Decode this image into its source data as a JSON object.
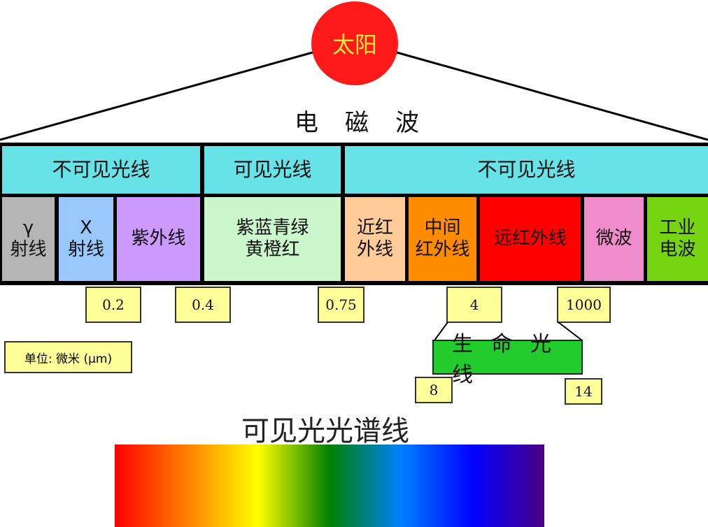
{
  "sun": {
    "label": "太阳"
  },
  "em_title": "电磁波",
  "headers": [
    {
      "id": "left",
      "label": "不可见光线"
    },
    {
      "id": "middle",
      "label": "可见光线"
    },
    {
      "id": "right",
      "label": "不可见光线"
    }
  ],
  "bands": [
    {
      "id": "gamma",
      "lines": [
        "γ",
        "射线"
      ],
      "color": "#b5b5b5"
    },
    {
      "id": "xray",
      "lines": [
        "X",
        "射线"
      ],
      "color": "#98c8ff"
    },
    {
      "id": "uv",
      "lines": [
        "紫外线"
      ],
      "color": "#cc99ff"
    },
    {
      "id": "visible",
      "lines": [
        "紫蓝青绿",
        "黄橙红"
      ],
      "color": "#ccf7cc"
    },
    {
      "id": "near-ir",
      "lines": [
        "近红",
        "外线"
      ],
      "color": "#ffcc99"
    },
    {
      "id": "mid-ir",
      "lines": [
        "中间",
        "红外线"
      ],
      "color": "#ff8c00"
    },
    {
      "id": "far-ir",
      "lines": [
        "远红外线"
      ],
      "color": "#ff0000"
    },
    {
      "id": "microwave",
      "lines": [
        "微波"
      ],
      "color": "#f08ccc"
    },
    {
      "id": "industrial",
      "lines": [
        "工业",
        "电波"
      ],
      "color": "#77d411"
    }
  ],
  "boundaries": [
    "0.2",
    "0.4",
    "0.75",
    "4",
    "1000"
  ],
  "unit_label": "单位: 微米 (μm)",
  "life_light": {
    "label": "生命光线",
    "min": "8",
    "max": "14"
  },
  "spectrum_title": "可见光光谱线",
  "spectrum_colors": [
    "#ff0000",
    "#ff7f00",
    "#ffff00",
    "#008000",
    "#0080ff",
    "#0000ff",
    "#4b0082"
  ]
}
